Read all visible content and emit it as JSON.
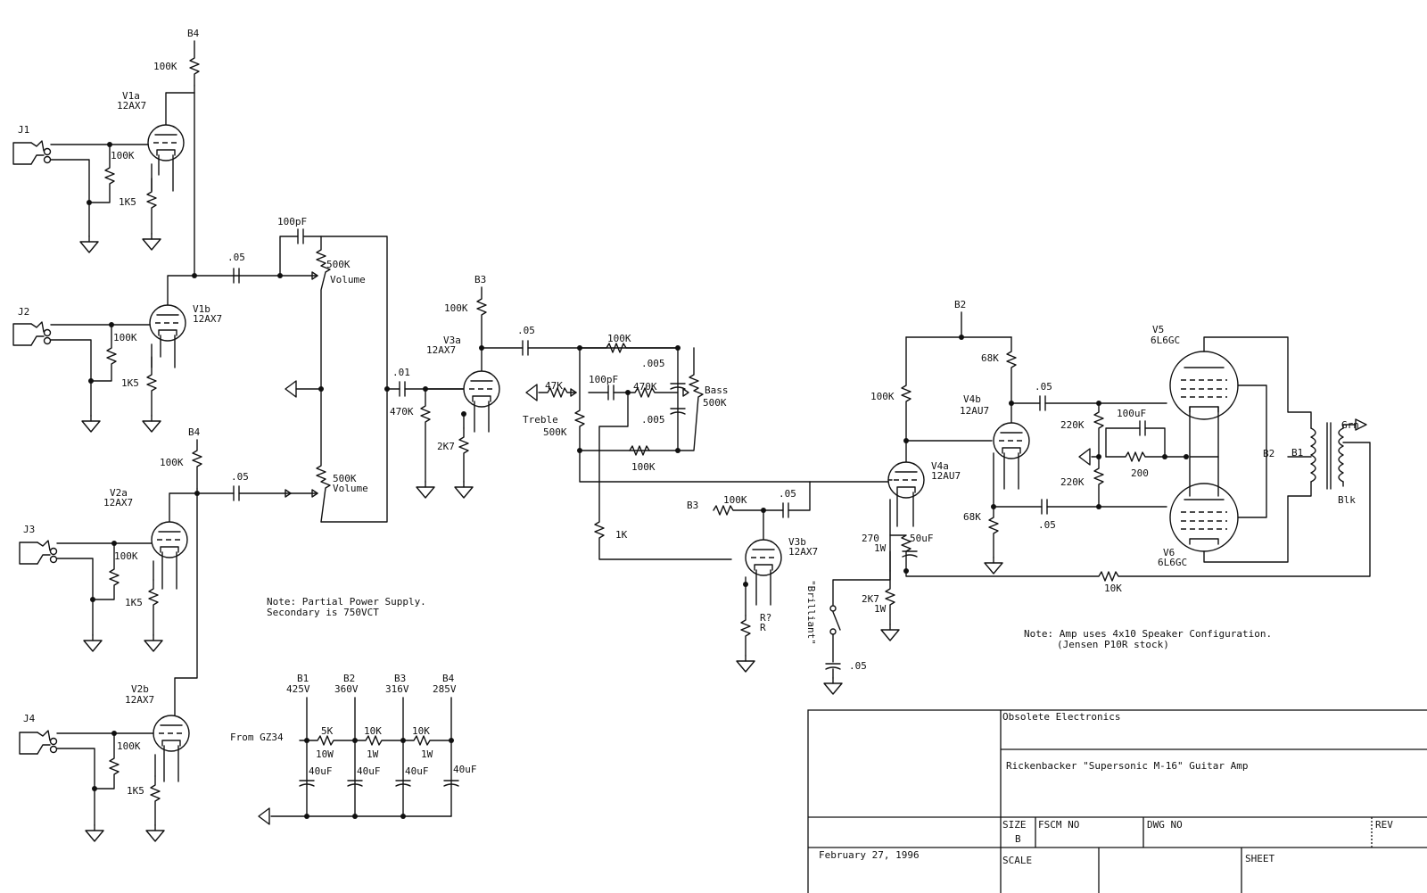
{
  "rails": {
    "b4_top": "B4",
    "b4_mid": "B4",
    "b3_v3a": "B3",
    "b3_v3b": "B3",
    "b2_v4": "B2",
    "b2_out": "B2",
    "b1_out": "B1"
  },
  "jacks": {
    "j1": "J1",
    "j2": "J2",
    "j3": "J3",
    "j4": "J4"
  },
  "tubes": {
    "v1a": {
      "name": "V1a",
      "type": "12AX7"
    },
    "v1b": {
      "name": "V1b",
      "type": "12AX7"
    },
    "v2a": {
      "name": "V2a",
      "type": "12AX7"
    },
    "v2b": {
      "name": "V2b",
      "type": "12AX7"
    },
    "v3a": {
      "name": "V3a",
      "type": "12AX7"
    },
    "v3b": {
      "name": "V3b",
      "type": "12AX7"
    },
    "v4a": {
      "name": "V4a",
      "type": "12AU7"
    },
    "v4b": {
      "name": "V4b",
      "type": "12AU7"
    },
    "v5": {
      "name": "V5",
      "type": "6L6GC"
    },
    "v6": {
      "name": "V6",
      "type": "6L6GC"
    }
  },
  "components": {
    "v1a_plate": "100K",
    "v1a_grid": "100K",
    "v1a_cath": "1K5",
    "v1b_grid": "100K",
    "v1b_cath": "1K5",
    "v2a_plate": "100K",
    "v2a_grid": "100K",
    "v2a_cath": "1K5",
    "v2b_grid": "100K",
    "v2b_cath": "1K5",
    "c_v1_out": ".05",
    "c_v2_out": ".05",
    "c_bright": "100pF",
    "vol1_value": "500K",
    "vol1_name": "Volume",
    "vol2_value": "500K",
    "vol2_name": "Volume",
    "c_01": ".01",
    "v3a_grid": "470K",
    "v3a_plate": "100K",
    "v3a_cath": "2K7",
    "c_v3a_out": ".05",
    "ts_100k_top": "100K",
    "ts_47k": "47K",
    "ts_100pf": "100pF",
    "ts_470k": "470K",
    "ts_005a": ".005",
    "ts_005b": ".005",
    "ts_100k_bot": "100K",
    "treble_name": "Treble",
    "treble_value": "500K",
    "bass_name": "Bass",
    "bass_value": "500K",
    "r_1k": "1K",
    "v3b_plate": "100K",
    "c_v3b_out": ".05",
    "v3b_cath_a": "R?",
    "v3b_cath_b": "R",
    "brilliant": "\"Brilliant\"",
    "c_brilliant": ".05",
    "v4_plate": "100K",
    "v4b_plate": "68K",
    "v4b_cath": "68K",
    "v4_cath_r": "270",
    "v4_cath_r_w": "1W",
    "v4_cath_c": "50uF",
    "v4_tail_r": "2K7",
    "v4_tail_r_w": "1W",
    "c_pi_top": ".05",
    "c_pi_bot": ".05",
    "grid_top": "220K",
    "grid_bot": "220K",
    "bias_c": "100uF",
    "bias_r": "200",
    "nfb_r": "10K",
    "xfmr_grn": "Grn",
    "xfmr_blk": "Blk"
  },
  "power_supply": {
    "note_line1": "Note: Partial Power Supply.",
    "note_line2": "Secondary is 750VCT",
    "from": "From GZ34",
    "nodes": [
      {
        "name": "B1",
        "voltage": "425V"
      },
      {
        "name": "B2",
        "voltage": "360V"
      },
      {
        "name": "B3",
        "voltage": "316V"
      },
      {
        "name": "B4",
        "voltage": "285V"
      }
    ],
    "resistors": [
      {
        "value": "5K",
        "watt": "10W"
      },
      {
        "value": "10K",
        "watt": "1W"
      },
      {
        "value": "10K",
        "watt": "1W"
      }
    ],
    "caps": [
      "40uF",
      "40uF",
      "40uF",
      "40uF"
    ]
  },
  "speaker_note": {
    "line1": "Note: Amp uses 4x10 Speaker Configuration.",
    "line2": "(Jensen P10R stock)"
  },
  "title_block": {
    "company": "Obsolete Electronics",
    "title": "Rickenbacker \"Supersonic M-16\" Guitar Amp",
    "size_label": "SIZE",
    "size_value": "B",
    "fscm_label": "FSCM NO",
    "dwg_label": "DWG NO",
    "rev_label": "REV",
    "date": "February 27, 1996",
    "scale_label": "SCALE",
    "sheet_label": "SHEET"
  }
}
